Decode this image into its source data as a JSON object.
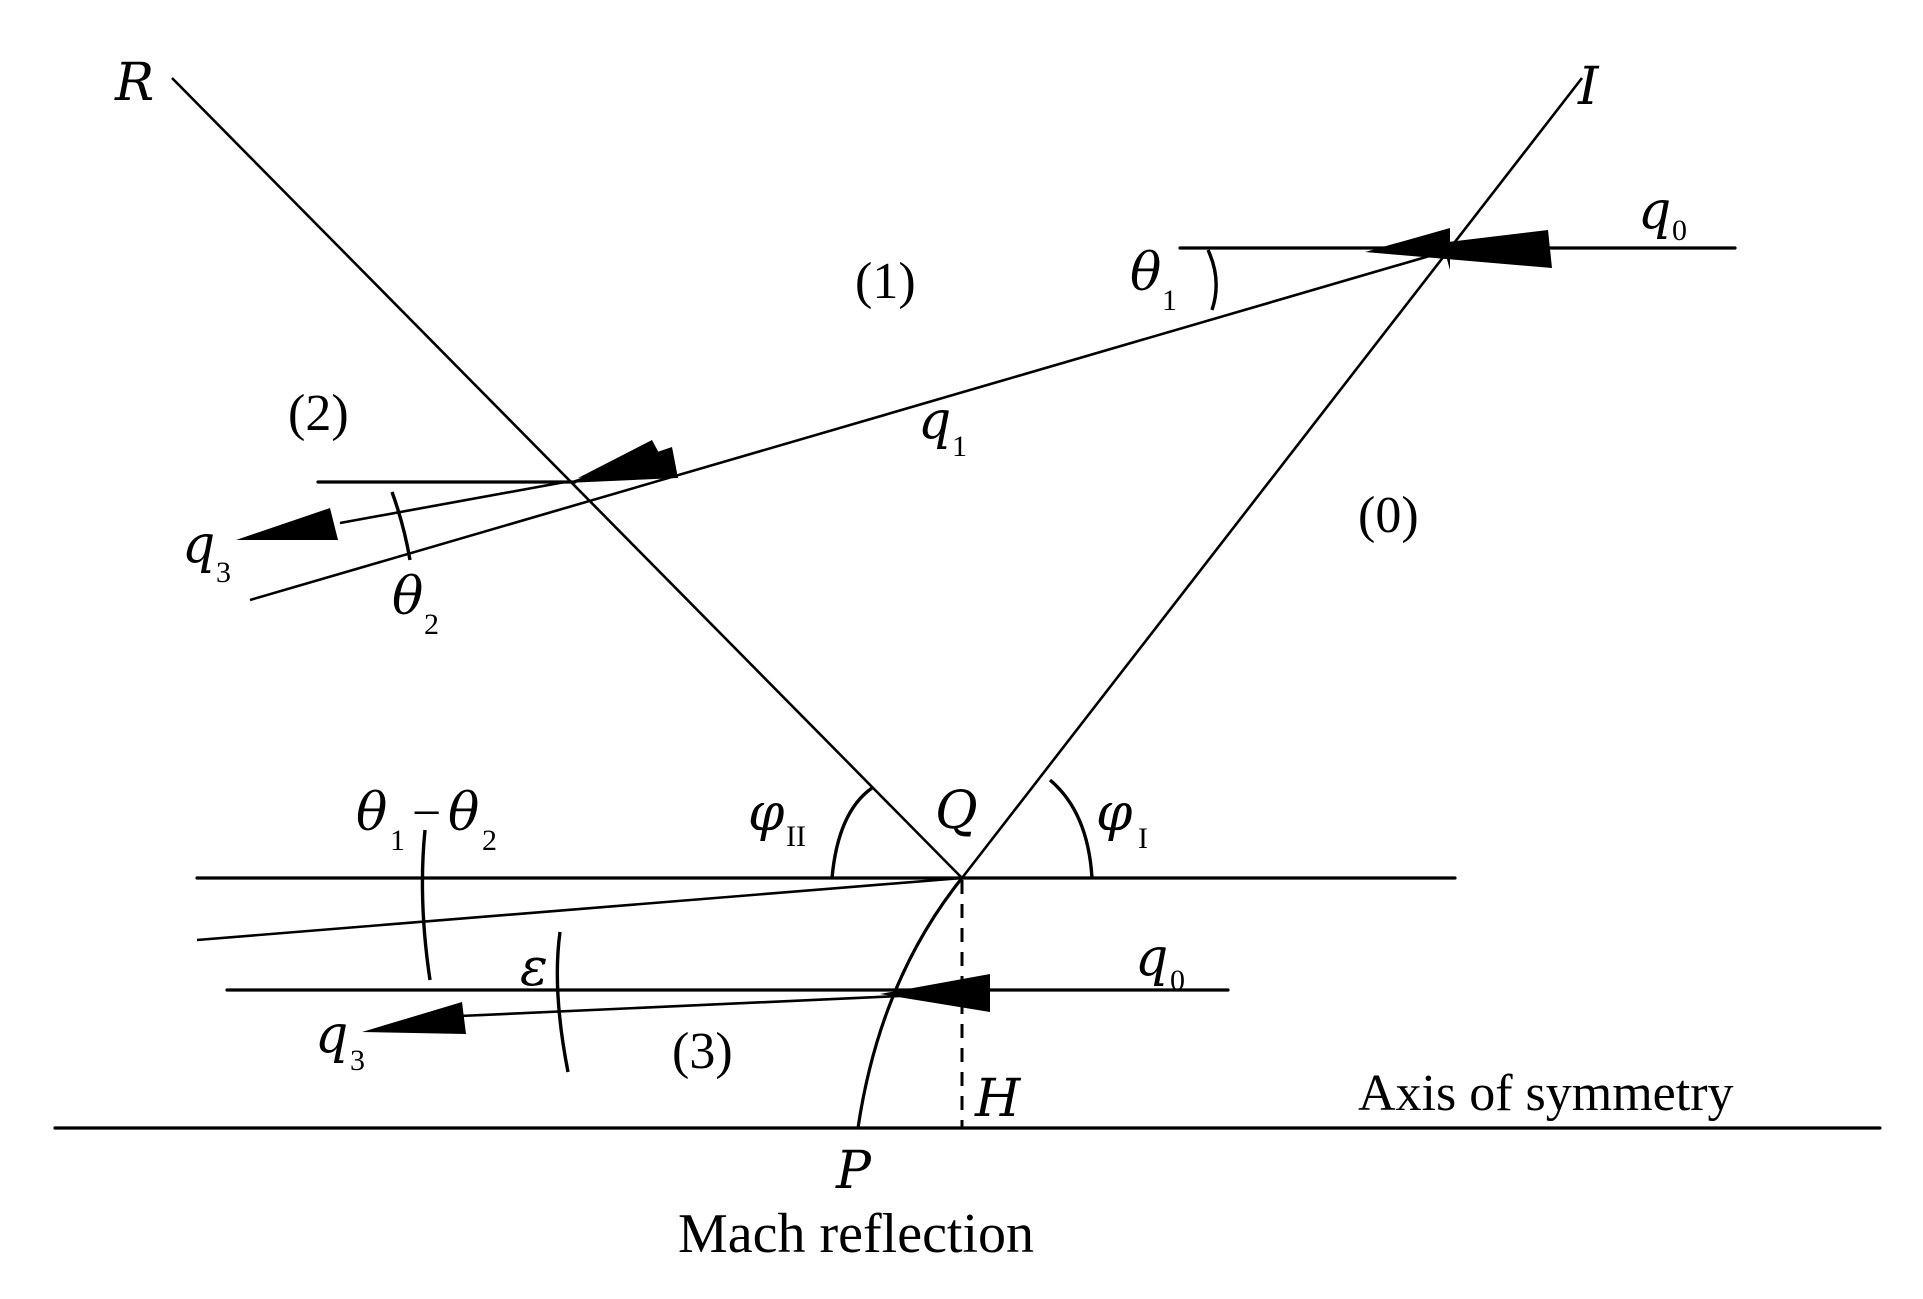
{
  "labels": {
    "R": "R",
    "I": "I",
    "q0_top": {
      "main": "q",
      "sub": "0"
    },
    "theta1": {
      "main": "θ",
      "sub": "1"
    },
    "region1": "(1)",
    "region2": "(2)",
    "q1": {
      "main": "q",
      "sub": "1"
    },
    "region0": "(0)",
    "q3_top": {
      "main": "q",
      "sub": "3"
    },
    "theta2": {
      "main": "θ",
      "sub": "2"
    },
    "phi_II": {
      "main": "φ",
      "sub": "II"
    },
    "Q": "Q",
    "phi_I": {
      "main": "φ",
      "sub": "I"
    },
    "theta_diff": {
      "a": "θ",
      "a_sub": "1",
      "minus": "−",
      "b": "θ",
      "b_sub": "2"
    },
    "epsilon": "ε",
    "q0_bottom": {
      "main": "q",
      "sub": "0"
    },
    "q3_bottom": {
      "main": "q",
      "sub": "3"
    },
    "region3": "(3)",
    "H": "H",
    "axis": "Axis of symmetry",
    "P": "P",
    "caption": "Mach reflection"
  }
}
